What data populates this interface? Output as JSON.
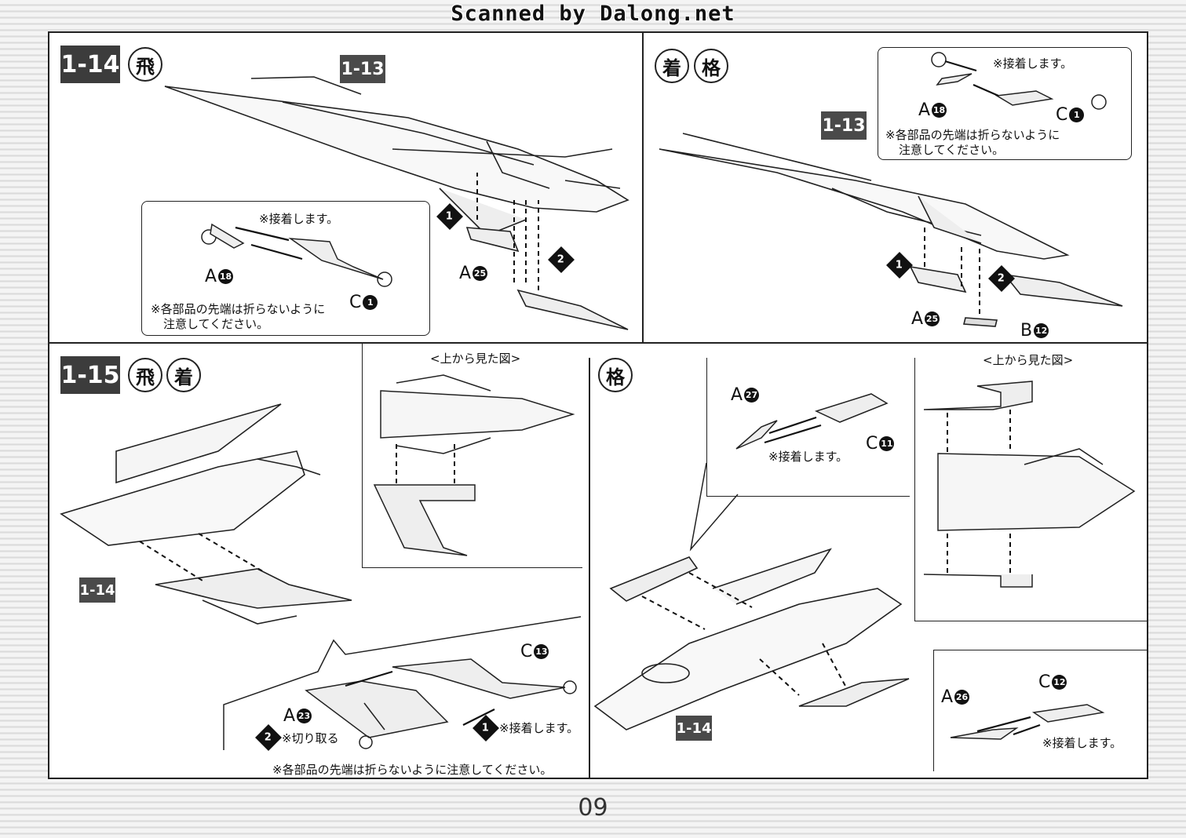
{
  "header": {
    "scan_credit": "Scanned by Dalong.net"
  },
  "page": {
    "number": "09"
  },
  "steps": {
    "s14": {
      "badge": "1-14",
      "glyph": "飛"
    },
    "s14_alt": {
      "glyph1": "着",
      "glyph2": "格"
    },
    "s15": {
      "badge": "1-15",
      "glyph1": "飛",
      "glyph2": "着"
    },
    "s15_alt": {
      "glyph": "格"
    }
  },
  "refs": {
    "r113": "1-13",
    "r114": "1-14"
  },
  "parts": {
    "a18": {
      "letter": "A",
      "num": "18"
    },
    "c1": {
      "letter": "C",
      "num": "1"
    },
    "a25": {
      "letter": "A",
      "num": "25"
    },
    "b12": {
      "letter": "B",
      "num": "12"
    },
    "a27": {
      "letter": "A",
      "num": "27"
    },
    "c11": {
      "letter": "C",
      "num": "11"
    },
    "a23": {
      "letter": "A",
      "num": "23"
    },
    "c13": {
      "letter": "C",
      "num": "13"
    },
    "a26": {
      "letter": "A",
      "num": "26"
    },
    "c12": {
      "letter": "C",
      "num": "12"
    }
  },
  "seq": {
    "one": "1",
    "two": "2"
  },
  "notes": {
    "glue": "※接着します。",
    "tips_line1": "※各部品の先端は折らないように",
    "tips_line2": "注意してください。",
    "tips_full": "※各部品の先端は折らないように注意してください。",
    "cut": "※切り取る",
    "top_view": "<上から見た図>"
  }
}
